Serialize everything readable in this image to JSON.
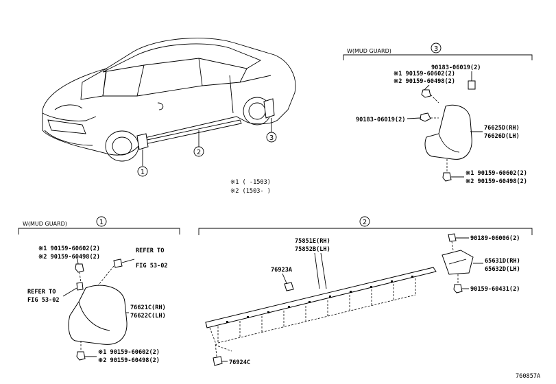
{
  "diagram": {
    "ref_code": "760857A",
    "circles": [
      "1",
      "2",
      "3"
    ],
    "variant_legend": {
      "v1": "※1 (      -1503)",
      "v2": "※2 (1503-      )"
    },
    "section3": {
      "header": "W(MUD GUARD)",
      "number": "3",
      "labels": {
        "a": "90183-06019(2)",
        "b": "※1 90159-60602(2)",
        "c": "※2 90159-60498(2)",
        "d": "90183-06019(2)",
        "e": "76625D(RH)",
        "f": "76626D(LH)",
        "g": "※1 90159-60602(2)",
        "h": "※2 90159-60498(2)"
      }
    },
    "section1": {
      "header": "W(MUD GUARD)",
      "number": "1",
      "labels": {
        "a": "※1 90159-60602(2)",
        "b": "※2 90159-60498(2)",
        "c": "REFER TO",
        "d": "FIG 53-02",
        "e": "REFER TO",
        "f": "FIG 53-02",
        "g": "76621C(RH)",
        "h": "76622C(LH)",
        "i": "※1 90159-60602(2)",
        "j": "※2 90159-60498(2)"
      }
    },
    "section2": {
      "number": "2",
      "labels": {
        "a": "75851E(RH)",
        "b": "75852B(LH)",
        "c": "76923A",
        "d": "90189-06006(2)",
        "e": "65631D(RH)",
        "f": "65632D(LH)",
        "g": "90159-60431(2)",
        "h": "76924C"
      }
    }
  }
}
